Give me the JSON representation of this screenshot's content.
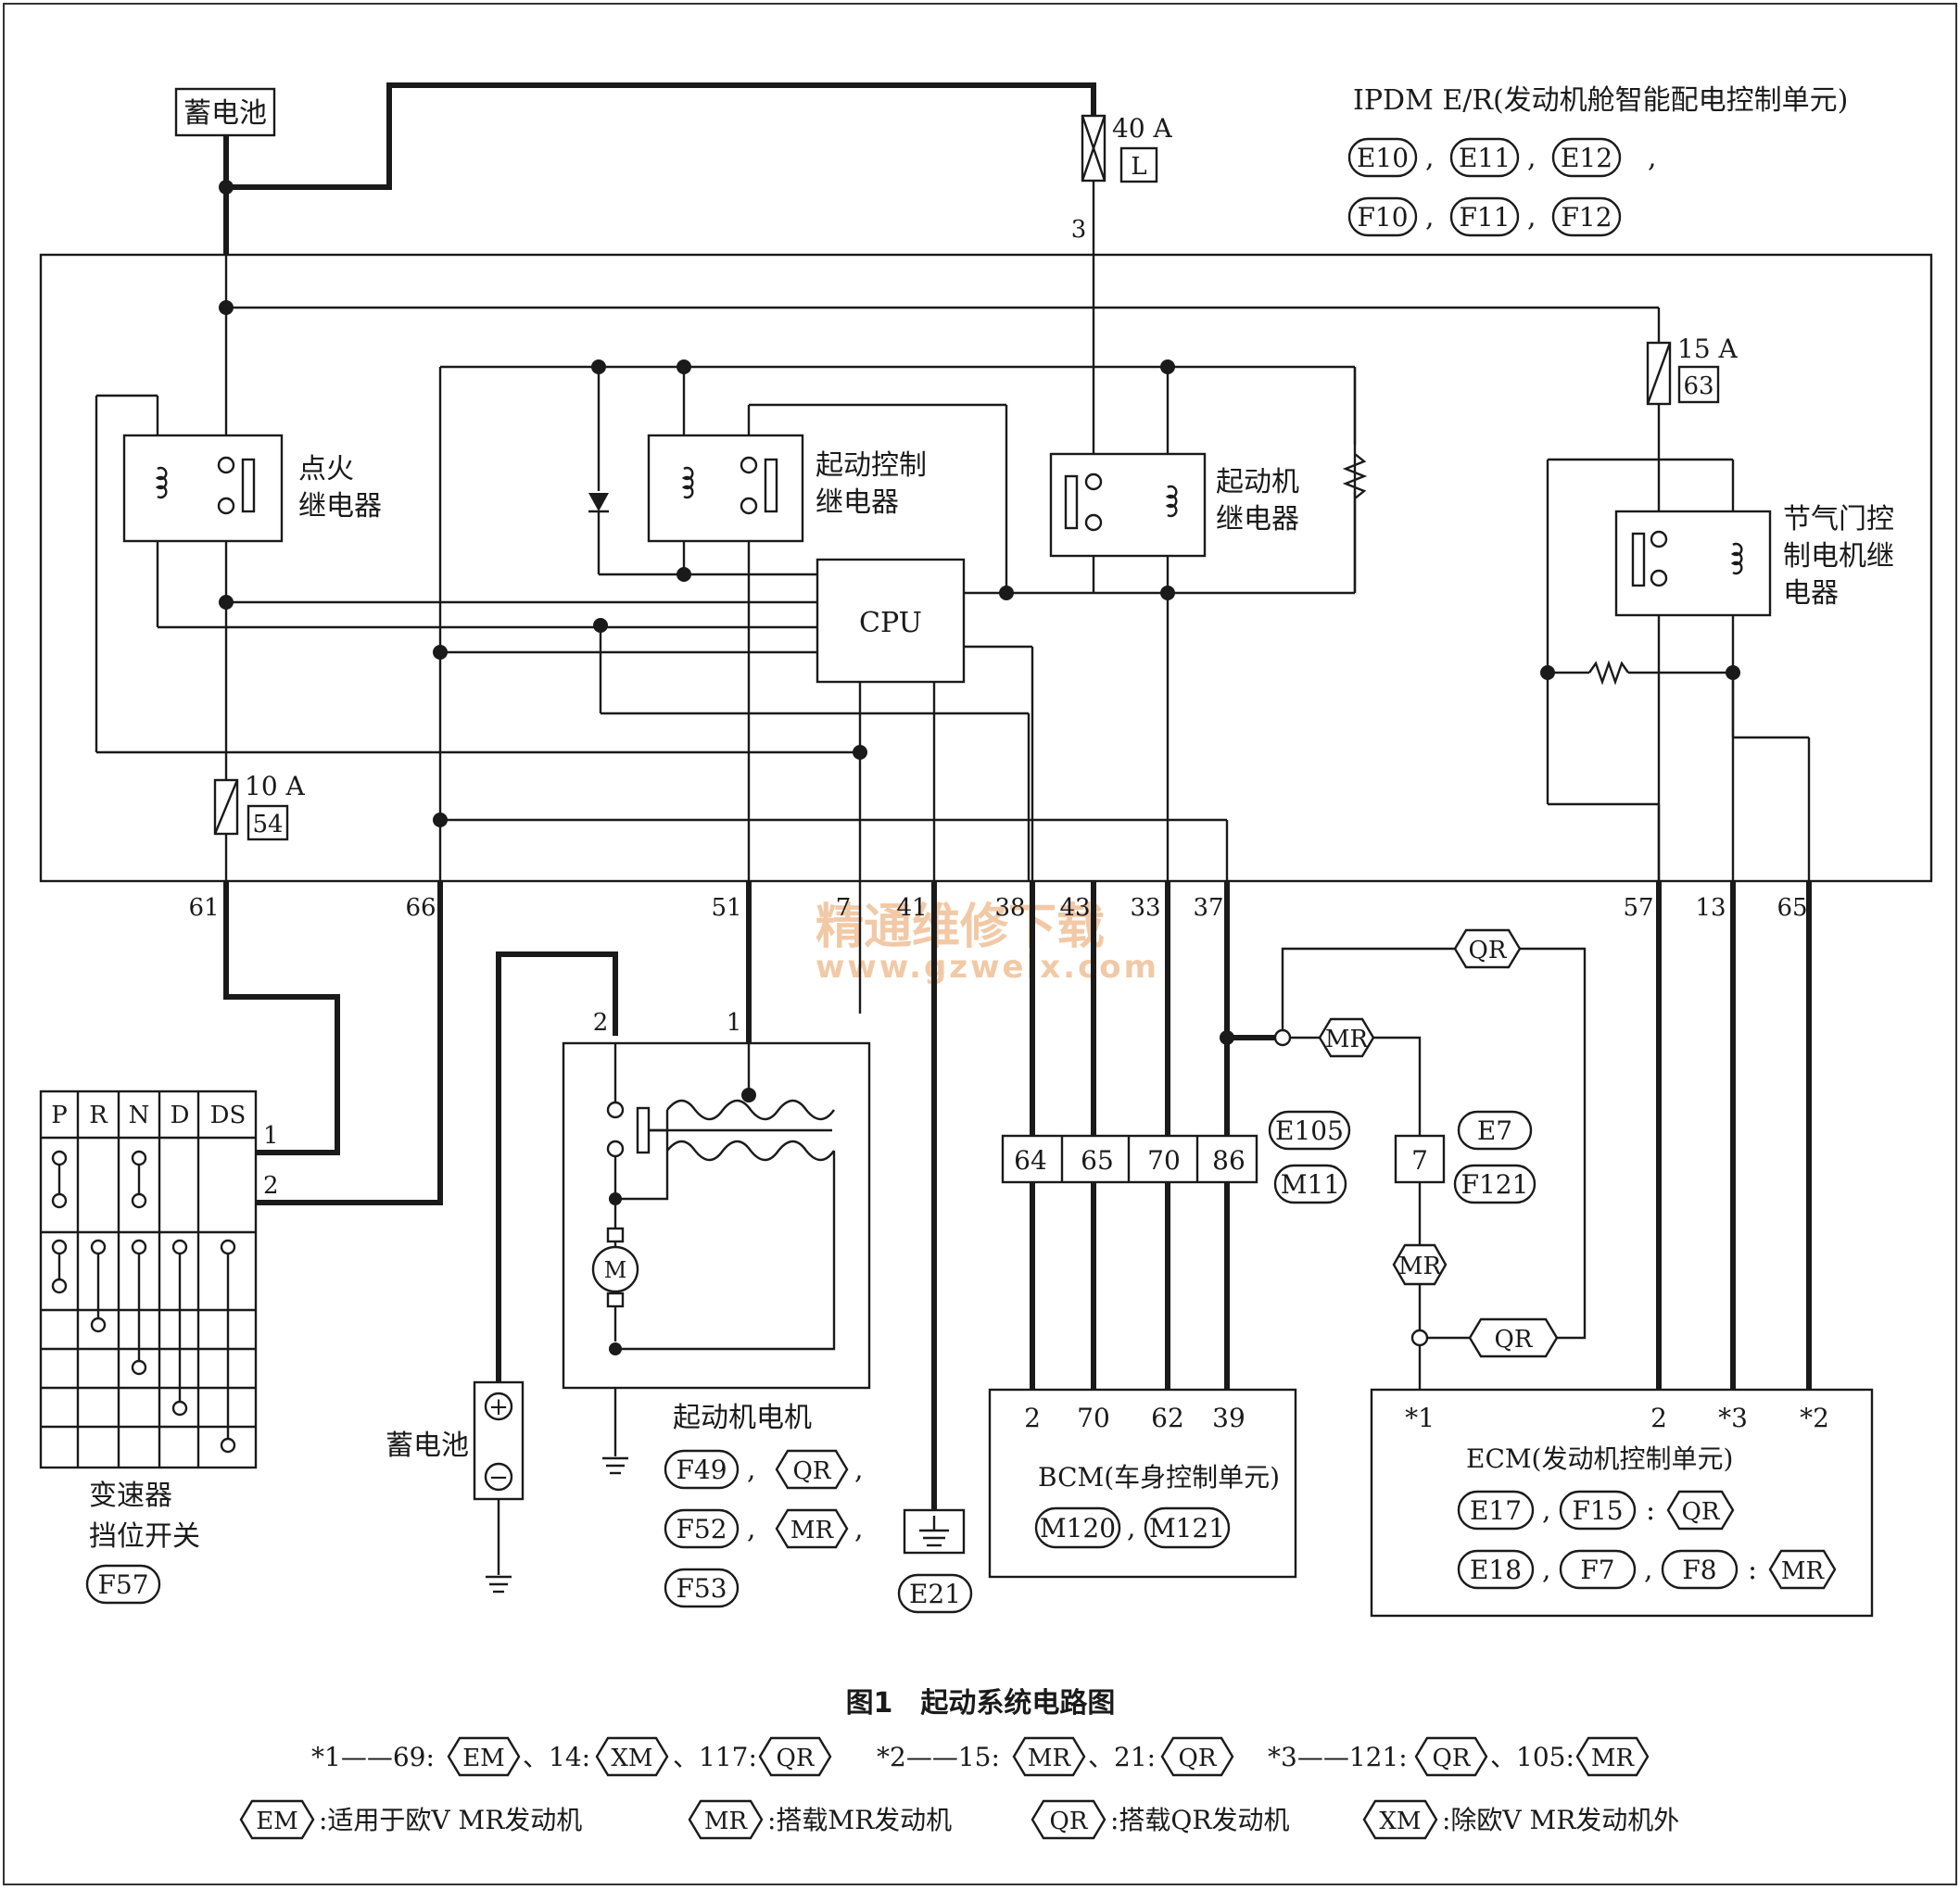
{
  "ipdm": {
    "title": "IPDM E/R(发动机舱智能配电控制单元)",
    "connectors_row1": [
      "E10",
      "E11",
      "E12"
    ],
    "connectors_row2": [
      "F10",
      "F11",
      "F12"
    ],
    "separator": ","
  },
  "battery_top": {
    "label": "蓄电池"
  },
  "fuse_40a": {
    "rating": "40 A",
    "id": "L",
    "pin": "3"
  },
  "fuse_15a": {
    "rating": "15 A",
    "id": "63"
  },
  "fuse_10a": {
    "rating": "10 A",
    "id": "54"
  },
  "relays": {
    "ignition": {
      "line1": "点火",
      "line2": "继电器"
    },
    "start_control": {
      "line1": "起动控制",
      "line2": "继电器"
    },
    "starter": {
      "line1": "起动机",
      "line2": "继电器"
    },
    "throttle": {
      "line1": "节气门控",
      "line2": "制电机继",
      "line3": "电器"
    }
  },
  "cpu": {
    "label": "CPU"
  },
  "ipdm_pins": [
    "61",
    "66",
    "51",
    "7",
    "41",
    "38",
    "43",
    "33",
    "37",
    "57",
    "13",
    "65"
  ],
  "transmission_switch": {
    "headers": [
      "P",
      "R",
      "N",
      "D",
      "DS"
    ],
    "pins": [
      "1",
      "2"
    ],
    "line1": "变速器",
    "line2": "挡位开关",
    "connector": "F57"
  },
  "battery_bottom": {
    "label": "蓄电池",
    "plus": "+",
    "minus": "−"
  },
  "starter_motor": {
    "pins": [
      "2",
      "1"
    ],
    "motor": "M",
    "label": "起动机电机",
    "connectors": [
      "F49",
      "F52",
      "F53"
    ],
    "tags": [
      "QR",
      "MR"
    ]
  },
  "ground_e21": {
    "connector": "E21"
  },
  "harness_connector": {
    "pins": [
      "64",
      "65",
      "70",
      "86"
    ],
    "connectors": [
      "E105",
      "M11"
    ]
  },
  "bcm": {
    "pins": [
      "2",
      "70",
      "62",
      "39"
    ],
    "label": "BCM(车身控制单元)",
    "connectors": [
      "M120",
      "M121"
    ]
  },
  "joint": {
    "pin": "7",
    "connectors": [
      "E7",
      "F121"
    ],
    "tags": [
      "QR",
      "MR",
      "MR",
      "QR"
    ]
  },
  "ecm": {
    "pins": [
      "*1",
      "2",
      "*3",
      "*2"
    ],
    "label": "ECM(发动机控制单元)",
    "row1": [
      "E17",
      "F15"
    ],
    "row1_tag": "QR",
    "row2": [
      "E18",
      "F7",
      "F8"
    ],
    "row2_tag": "MR"
  },
  "caption": {
    "title": "图1　起动系统电路图"
  },
  "notes": {
    "line1": [
      {
        "prefix": "*1——69:",
        "tag": "EM"
      },
      {
        "prefix": "、14:",
        "tag": "XM"
      },
      {
        "prefix": "、117:",
        "tag": "QR"
      },
      {
        "prefix": "*2——15:",
        "tag": "MR"
      },
      {
        "prefix": "、21:",
        "tag": "QR"
      },
      {
        "prefix": "*3——121:",
        "tag": "QR"
      },
      {
        "prefix": "、105:",
        "tag": "MR"
      }
    ],
    "legend": [
      {
        "tag": "EM",
        "text": ":适用于欧V MR发动机"
      },
      {
        "tag": "MR",
        "text": ":搭载MR发动机"
      },
      {
        "tag": "QR",
        "text": ":搭载QR发动机"
      },
      {
        "tag": "XM",
        "text": ":除欧V MR发动机外"
      }
    ]
  },
  "watermark": {
    "line1": "精通维修下载",
    "line2": "www.gzweix.com"
  }
}
